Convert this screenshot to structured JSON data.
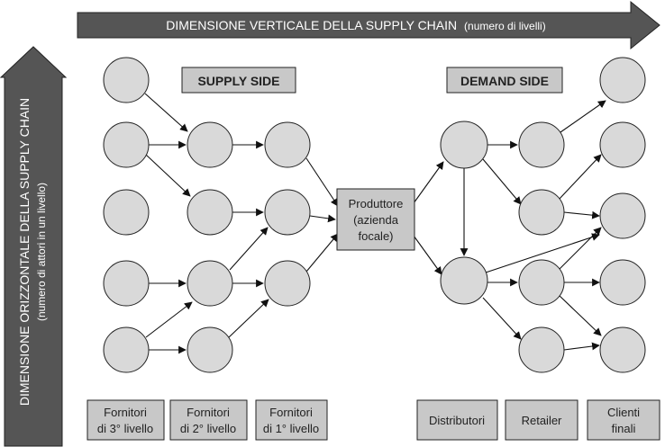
{
  "banners": {
    "vertical_main": "DIMENSIONE VERTICALE DELLA SUPPLY CHAIN",
    "vertical_sub": "(numero di livelli)",
    "horizontal_main": "DIMENSIONE ORIZZONTALE DELLA SUPPLY CHAIN",
    "horizontal_sub": "(numero di attori in un livello)"
  },
  "sides": {
    "supply": "SUPPLY SIDE",
    "demand": "DEMAND SIDE"
  },
  "producer": {
    "line1": "Produttore",
    "line2": "(azienda",
    "line3": "focale)"
  },
  "tiers": {
    "t3": {
      "line1": "Fornitori",
      "line2": "di 3° livello"
    },
    "t2": {
      "line1": "Fornitori",
      "line2": "di 2° livello"
    },
    "t1": {
      "line1": "Fornitori",
      "line2": "di 1° livello"
    },
    "distributori": {
      "line1": "Distributori"
    },
    "retailer": {
      "line1": "Retailer"
    },
    "clienti": {
      "line1": "Clienti",
      "line2": "finali"
    }
  },
  "colors": {
    "arrow_fill": "#555555",
    "node_fill": "#d9d9d9",
    "label_box_fill": "#c8c8c8",
    "stroke": "#222222"
  }
}
